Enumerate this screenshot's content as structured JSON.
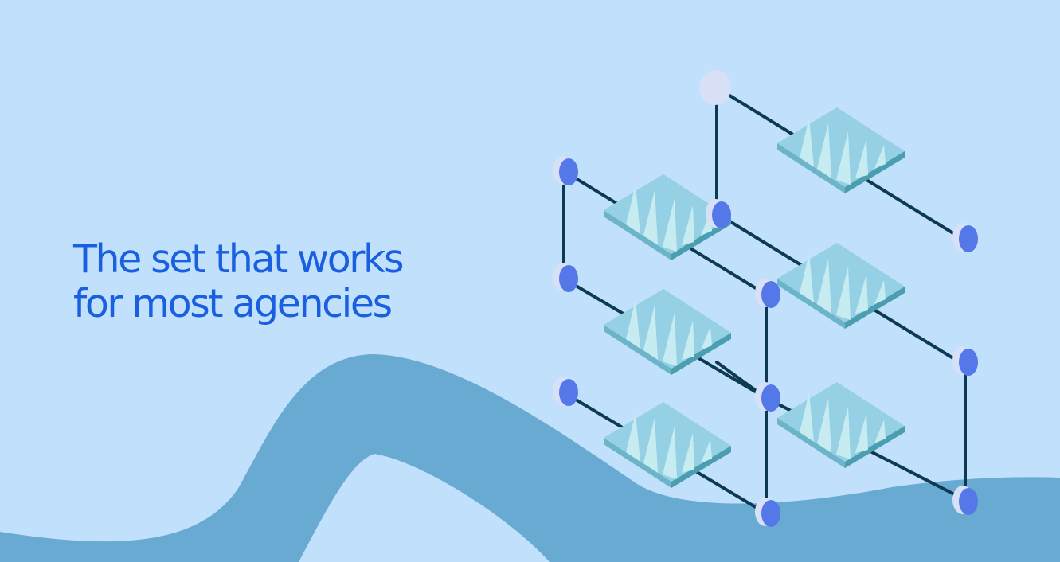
{
  "headline": {
    "line1": "The set that works",
    "line2": "for most agencies"
  },
  "colors": {
    "background": "#c0e0fc",
    "wave": "#68aad2",
    "headline": "#1a5fe0",
    "panel_top": "#95d0e4",
    "panel_side": "#4a9eb0",
    "connector": "#0d3a52",
    "node_face": "#5578e8",
    "node_rim": "#d8e0f8"
  },
  "icons": [
    "stacked-glass-panels-illustration",
    "connector-node-icon"
  ]
}
